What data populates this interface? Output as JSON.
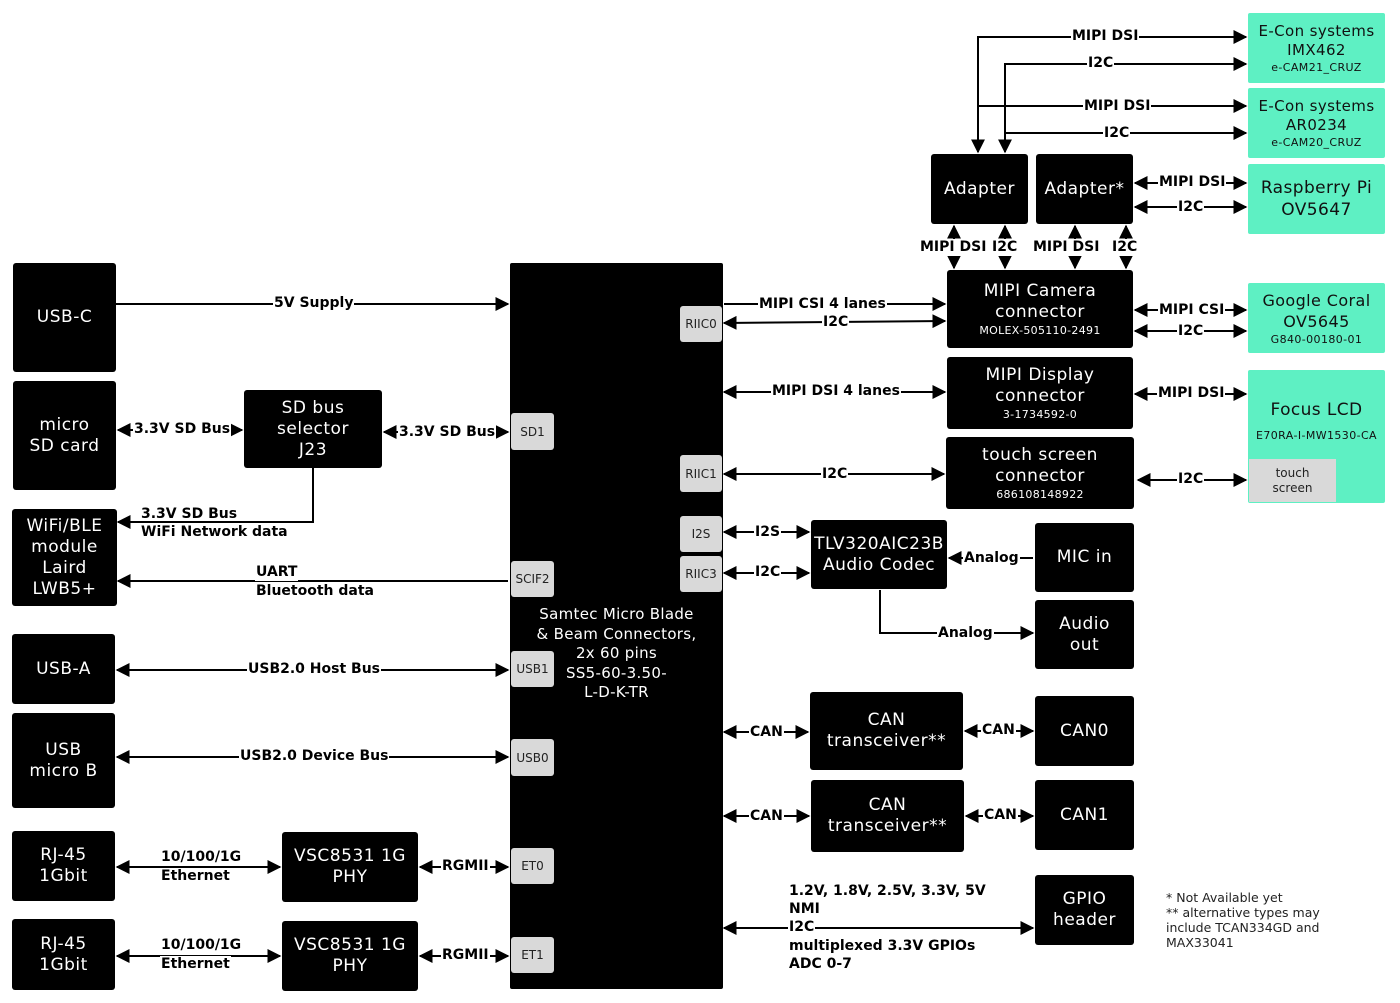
{
  "blocks": {
    "usb_c": "USB-C",
    "micro_sd": [
      "micro",
      "SD card"
    ],
    "sd_selector": [
      "SD bus",
      "selector",
      "J23"
    ],
    "wifi": [
      "WiFi/BLE",
      "module",
      "Laird",
      "LWB5+"
    ],
    "usb_a": "USB-A",
    "usb_micro_b": [
      "USB",
      "micro B"
    ],
    "rj45_1": [
      "RJ-45",
      "1Gbit"
    ],
    "rj45_2": [
      "RJ-45",
      "1Gbit"
    ],
    "phy_1": [
      "VSC8531 1G",
      "PHY"
    ],
    "phy_2": [
      "VSC8531 1G",
      "PHY"
    ],
    "samtec": [
      "Samtec Micro Blade",
      "& Beam Connectors,",
      "2x 60 pins",
      "SS5-60-3.50-",
      "L-D-K-TR"
    ],
    "adapter": "Adapter",
    "adapter_star": "Adapter*",
    "mipi_cam": {
      "l1": "MIPI Camera",
      "l2": "connector",
      "sub": "MOLEX-505110-2491"
    },
    "mipi_disp": {
      "l1": "MIPI Display",
      "l2": "connector",
      "sub": "3-1734592-0"
    },
    "touch_conn": {
      "l1": "touch screen",
      "l2": "connector",
      "sub": "686108148922"
    },
    "codec": [
      "TLV320AIC23B",
      "Audio Codec"
    ],
    "mic_in": "MIC in",
    "audio_out": [
      "Audio",
      "out"
    ],
    "can_tr_1": [
      "CAN",
      "transceiver**"
    ],
    "can_tr_2": [
      "CAN",
      "transceiver**"
    ],
    "can0": "CAN0",
    "can1": "CAN1",
    "gpio": [
      "GPIO",
      "header"
    ]
  },
  "externals": {
    "econ_imx462": {
      "l1": "E-Con systems",
      "l2": "IMX462",
      "sub": "e-CAM21_CRUZ"
    },
    "econ_ar0234": {
      "l1": "E-Con systems",
      "l2": "AR0234",
      "sub": "e-CAM20_CRUZ"
    },
    "rpi": [
      "Raspberry Pi",
      "OV5647"
    ],
    "coral": {
      "l1": "Google Coral",
      "l2": "OV5645",
      "sub": "G840-00180-01"
    },
    "focus_lcd": {
      "l1": "Focus LCD",
      "sub": "E70RA-I-MW1530-CA"
    },
    "touch_screen": [
      "touch",
      "screen"
    ]
  },
  "ports": {
    "riic0": "RIIC0",
    "sd1": "SD1",
    "riic1": "RIIC1",
    "i2s": "I2S",
    "riic3": "RIIC3",
    "scif2": "SCIF2",
    "usb1": "USB1",
    "usb0": "USB0",
    "et0": "ET0",
    "et1": "ET1"
  },
  "labels": {
    "supply": "5V Supply",
    "sd_bus_a": "3.3V SD Bus",
    "sd_bus_b": "3.3V SD Bus",
    "wifi_sd_1": "3.3V SD Bus",
    "wifi_sd_2": "WiFi Network data",
    "uart_1": "UART",
    "uart_2": "Bluetooth data",
    "usb_host": "USB2.0 Host Bus",
    "usb_dev": "USB2.0 Device Bus",
    "eth1_1": "10/100/1G",
    "eth1_2": "Ethernet",
    "eth2_1": "10/100/1G",
    "eth2_2": "Ethernet",
    "rgmii_1": "RGMII",
    "rgmii_2": "RGMII",
    "mipi_csi_4": "MIPI CSI  4 lanes",
    "i2c_riic0": "I2C",
    "mipi_dsi_4": "MIPI DSI 4 lanes",
    "i2c_riic1": "I2C",
    "i2s": "I2S",
    "i2c_riic3": "I2C",
    "analog_in": "Analog",
    "analog_out": "Analog",
    "can_a": "CAN",
    "can_b": "CAN",
    "can_c": "CAN",
    "can_d": "CAN",
    "gpio_1": "1.2V, 1.8V, 2.5V, 3.3V, 5V",
    "gpio_2": "NMI",
    "gpio_3": "I2C",
    "gpio_4": "multiplexed 3.3V GPIOs",
    "gpio_5": "ADC 0-7",
    "top_dsi_1": "MIPI DSI",
    "top_i2c_1": "I2C",
    "top_dsi_2": "MIPI DSI",
    "top_i2c_2": "I2C",
    "rpi_dsi": "MIPI DSI",
    "rpi_i2c": "I2C",
    "v_dsi_1": "MIPI DSI",
    "v_i2c_1": "I2C",
    "v_dsi_2": "MIPI DSI",
    "v_i2c_2": "I2C",
    "coral_csi": "MIPI CSI",
    "coral_i2c": "I2C",
    "lcd_dsi": "MIPI DSI",
    "touch_i2c": "I2C"
  },
  "notes": {
    "n1": "* Not Available yet",
    "n2": "** alternative types may",
    "n3": "include TCAN334GD and",
    "n4": "MAX33041"
  },
  "colors": {
    "block": "#000000",
    "external": "#5ef0c3",
    "port": "#d9d9d9"
  }
}
